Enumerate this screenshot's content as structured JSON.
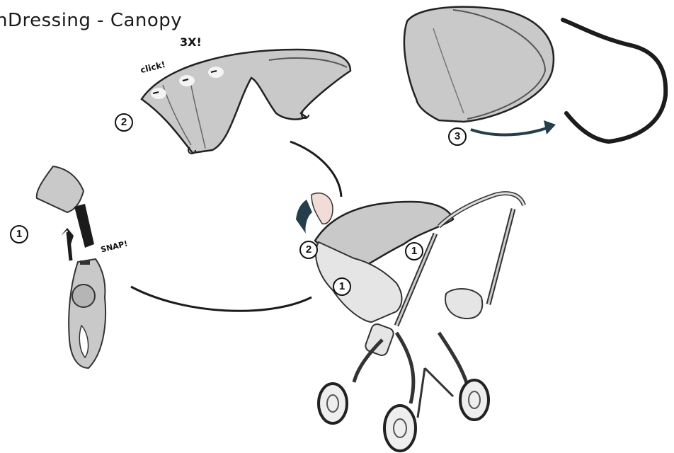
{
  "title": "nDressing - Canopy",
  "labels": {
    "times": "3X!",
    "click": "click!",
    "snap": "SNAP!"
  },
  "steps": {
    "one": "1",
    "two": "2",
    "three": "3"
  },
  "colors": {
    "canopy_fill": "#c9c9c9",
    "outline": "#222222",
    "arrow_teal": "#243f4b"
  }
}
